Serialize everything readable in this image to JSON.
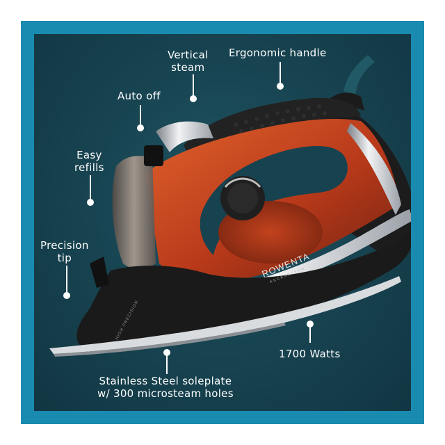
{
  "colors": {
    "frame": "#1a8bb0",
    "background": "#17424f",
    "body_orange": "#c2421e",
    "body_black": "#1b1b1b",
    "chrome": "#c9ccd0",
    "callout": "#ffffff"
  },
  "callouts": {
    "vertical_steam": [
      "Vertical",
      "steam"
    ],
    "ergonomic_handle": "Ergonomic handle",
    "auto_off": "Auto off",
    "easy_refills": [
      "Easy",
      "refills"
    ],
    "precision_tip": [
      "Precision",
      "tip"
    ],
    "watts": "1700 Watts",
    "soleplate": [
      "Stainless Steel soleplate",
      "w/ 300 microsteam holes"
    ]
  },
  "product": {
    "brand": "ROWENTA",
    "model": "ACCESSTEAM",
    "tip_marking": "HIGH PRECISION"
  }
}
